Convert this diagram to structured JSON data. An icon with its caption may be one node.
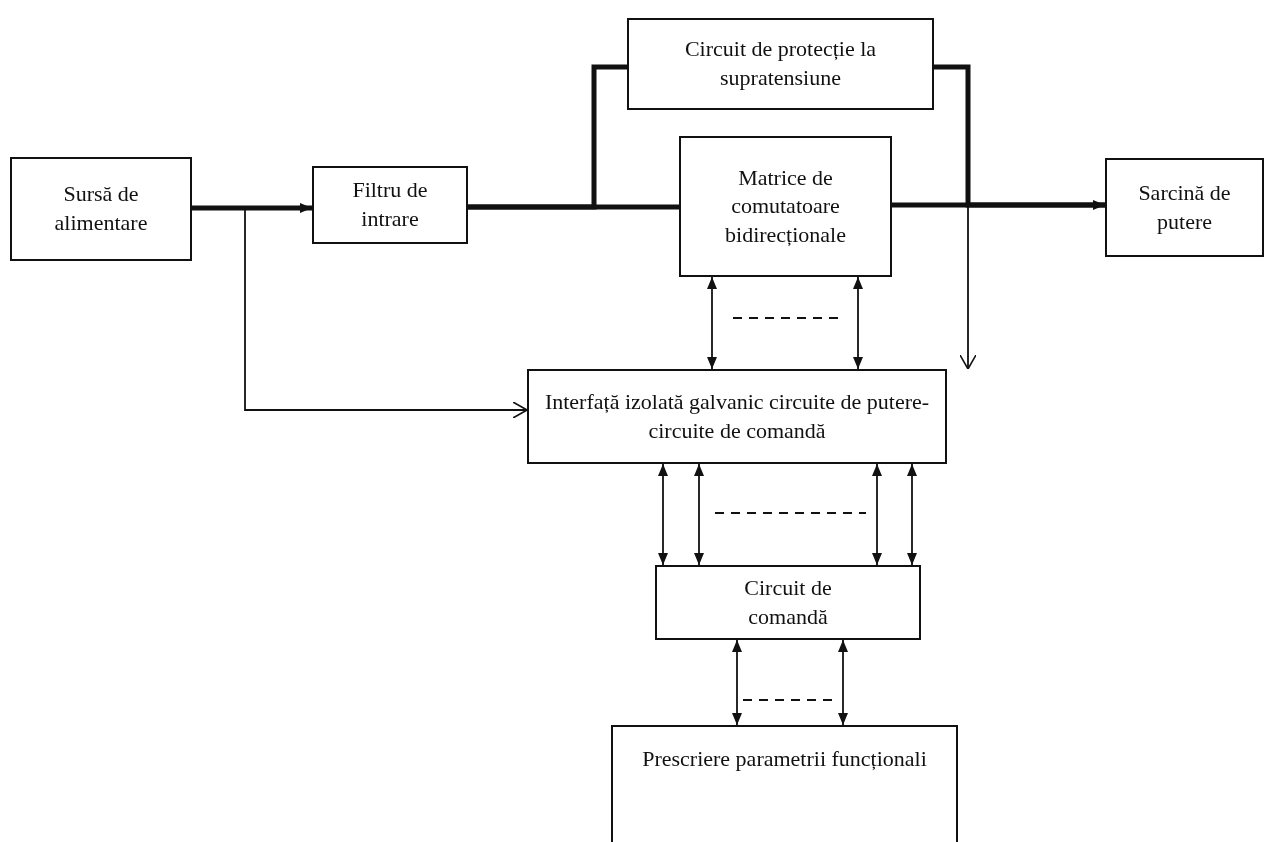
{
  "diagram": {
    "nodes": [
      {
        "text": [
          "Sursă de alimentare"
        ]
      },
      {
        "text": [
          "Filtru de intrare"
        ]
      },
      {
        "text": [
          "Circuit de protecție la supratensiune"
        ]
      },
      {
        "text": [
          "Matrice de comutatoare bidirecționale"
        ]
      },
      {
        "text": [
          "Sarcină de putere"
        ]
      },
      {
        "text": [
          "Interfață izolată galvanic circuite de putere-circuite de comandă"
        ]
      },
      {
        "text": [
          "Circuit de comandă"
        ]
      },
      {
        "text": [
          "Prescriere parametrii funcționali"
        ]
      }
    ],
    "edges": [
      {
        "from": 0,
        "to": 1,
        "arrow": "to",
        "style": "thick"
      },
      {
        "from": 1,
        "to": 3,
        "arrow": "none",
        "style": "thick"
      },
      {
        "from": 1,
        "to": 2,
        "arrow": "none",
        "style": "thick"
      },
      {
        "from": 3,
        "to": 4,
        "arrow": "to",
        "style": "thick"
      },
      {
        "from": 2,
        "to": 4,
        "arrow": "none",
        "style": "thick"
      },
      {
        "from": 2,
        "to": 5,
        "arrow": "to"
      },
      {
        "from": 0,
        "to": 5,
        "arrow": "to"
      },
      {
        "from": 3,
        "to": 5,
        "arrow": "both"
      },
      {
        "from": 3,
        "to": 5,
        "arrow": "both"
      },
      {
        "from": 5,
        "to": 6,
        "arrow": "both"
      },
      {
        "from": 5,
        "to": 6,
        "arrow": "both"
      },
      {
        "from": 5,
        "to": 6,
        "arrow": "both"
      },
      {
        "from": 5,
        "to": 6,
        "arrow": "both"
      },
      {
        "from": 6,
        "to": 7,
        "arrow": "both"
      },
      {
        "from": 6,
        "to": 7,
        "arrow": "both"
      }
    ]
  }
}
